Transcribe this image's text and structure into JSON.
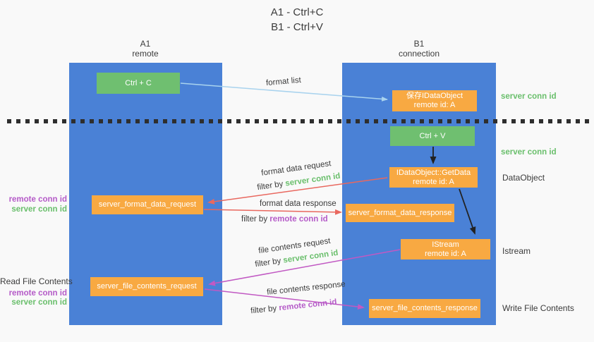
{
  "title": {
    "line1": "A1 - Ctrl+C",
    "line2": "B1 - Ctrl+V"
  },
  "lanes": {
    "left": {
      "name": "A1",
      "role": "remote"
    },
    "right": {
      "name": "B1",
      "role": "connection"
    }
  },
  "nodes": {
    "ctrl_c": {
      "label": "Ctrl + C"
    },
    "ctrl_v": {
      "label": "Ctrl + V"
    },
    "save_dataobject": {
      "line1": "保存IDataObject",
      "line2": "remote id: A"
    },
    "getdata": {
      "line1": "IDataObject::GetData",
      "line2": "remote id: A"
    },
    "istream": {
      "line1": "IStream",
      "line2": "remote id: A"
    },
    "format_request": {
      "label": "server_format_data_request"
    },
    "format_response": {
      "label": "server_format_data_response"
    },
    "file_request": {
      "label": "server_file_contents_request"
    },
    "file_response": {
      "label": "server_file_contents_response"
    }
  },
  "arrow_labels": {
    "format_list": "format list",
    "format_data_request": "format data request",
    "format_data_response": "format data response",
    "file_contents_request": "file contents request",
    "file_contents_response": "file contents response",
    "filter_by": "filter by",
    "server_conn_id": "server conn id",
    "remote_conn_id": "remote conn id"
  },
  "side_labels": {
    "right_server_conn_id_1": "server conn id",
    "right_server_conn_id_2": "server conn id",
    "dataobject": "DataObject",
    "istream": "Istream",
    "write_file_contents": "Write File Contents",
    "read_file_contents": "Read File Contents",
    "left_remote_conn_id_1": "remote conn id",
    "left_server_conn_id_1": "server conn id",
    "left_remote_conn_id_2": "remote conn id",
    "left_server_conn_id_2": "server conn id"
  },
  "colors": {
    "lane_blue": "#4a81d6",
    "node_green": "#6fbf70",
    "node_orange": "#f8a942",
    "text_green": "#6abf6c",
    "text_purple": "#b55bc8",
    "arrow_red": "#e9685f",
    "arrow_magenta": "#c159c3",
    "arrow_lightblue": "#a9d3ee",
    "arrow_black": "#222222",
    "divider_dark": "#2e2e2e"
  }
}
